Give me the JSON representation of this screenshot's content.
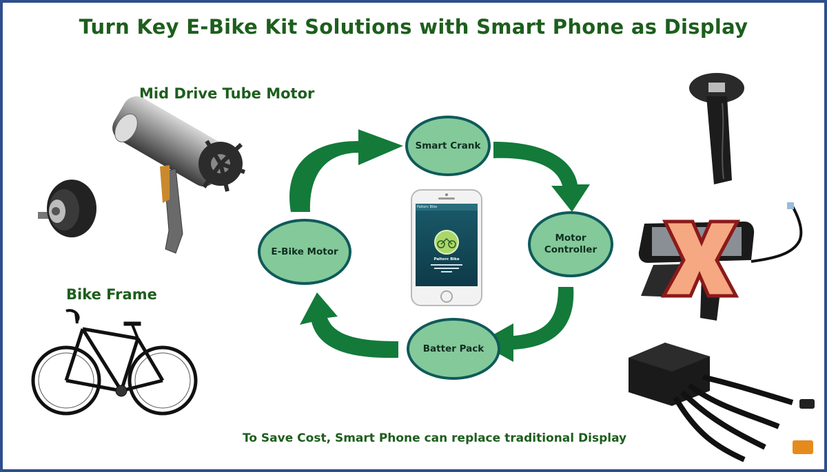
{
  "title": "Turn Key E-Bike Kit Solutions with Smart Phone as Display",
  "labels": {
    "mid_drive": "Mid Drive Tube Motor",
    "bike_frame": "Bike Frame"
  },
  "cycle": {
    "smart_crank": "Smart Crank",
    "motor_controller_line1": "Motor",
    "motor_controller_line2": "Controller",
    "battery_pack": "Batter Pack",
    "ebike_motor": "E-Bike Motor"
  },
  "phone": {
    "app_header": "Paltorc Bike",
    "app_name": "Paltorc Bike"
  },
  "footer": "To Save Cost, Smart Phone can replace traditional Display",
  "colors": {
    "title_green": "#1d5e1d",
    "arrow_green": "#137a3a",
    "node_fill": "#84c99a",
    "node_border": "#0f5a5a",
    "frame_blue": "#2e4f8c",
    "x_mark_fill": "#f6a882",
    "x_mark_border": "#8b1a1a"
  }
}
